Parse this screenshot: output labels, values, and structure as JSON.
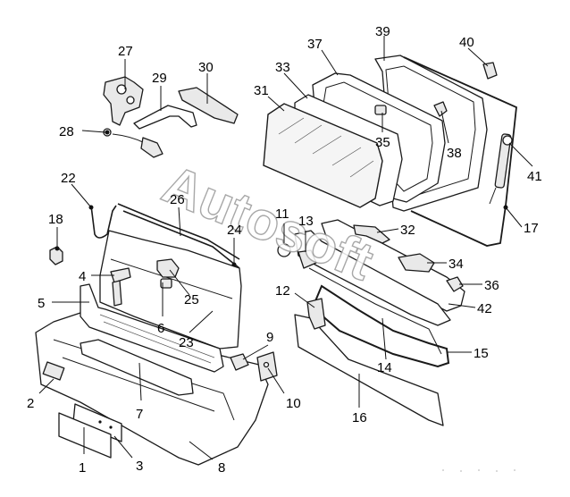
{
  "watermark": "Autosoft",
  "callouts": [
    "1",
    "2",
    "3",
    "4",
    "5",
    "6",
    "7",
    "8",
    "9",
    "10",
    "11",
    "12",
    "13",
    "14",
    "15",
    "16",
    "17",
    "18",
    "22",
    "23",
    "24",
    "25",
    "26",
    "27",
    "28",
    "29",
    "30",
    "31",
    "32",
    "33",
    "34",
    "35",
    "36",
    "37",
    "38",
    "39",
    "40",
    "41",
    "42"
  ],
  "colors": {
    "line": "#1a1a1a",
    "watermark_stroke": "#9a9a9a",
    "background": "#ffffff"
  }
}
